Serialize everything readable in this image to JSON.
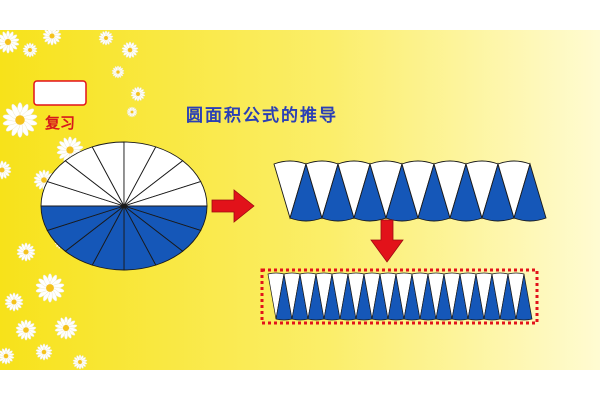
{
  "slide": {
    "badge_label": "复习",
    "title": "圆面积公式的推导"
  },
  "colors": {
    "background_left": "#f7e21a",
    "background_right": "#fffbd2",
    "fill_blue": "#1557b8",
    "fill_white": "#ffffff",
    "outline": "#1a1a1a",
    "arrow": "#e2121a",
    "frame_dashed": "#e2121a",
    "badge_border": "#e2121a",
    "badge_text": "#d7191c",
    "title_text": "#2a3fb5",
    "daisy_petal": "#ffffff",
    "daisy_center": "#f5c21d"
  },
  "diagram": {
    "circle_sectors": 16,
    "strip_sectors": 16,
    "rectangle_sectors": 32
  }
}
